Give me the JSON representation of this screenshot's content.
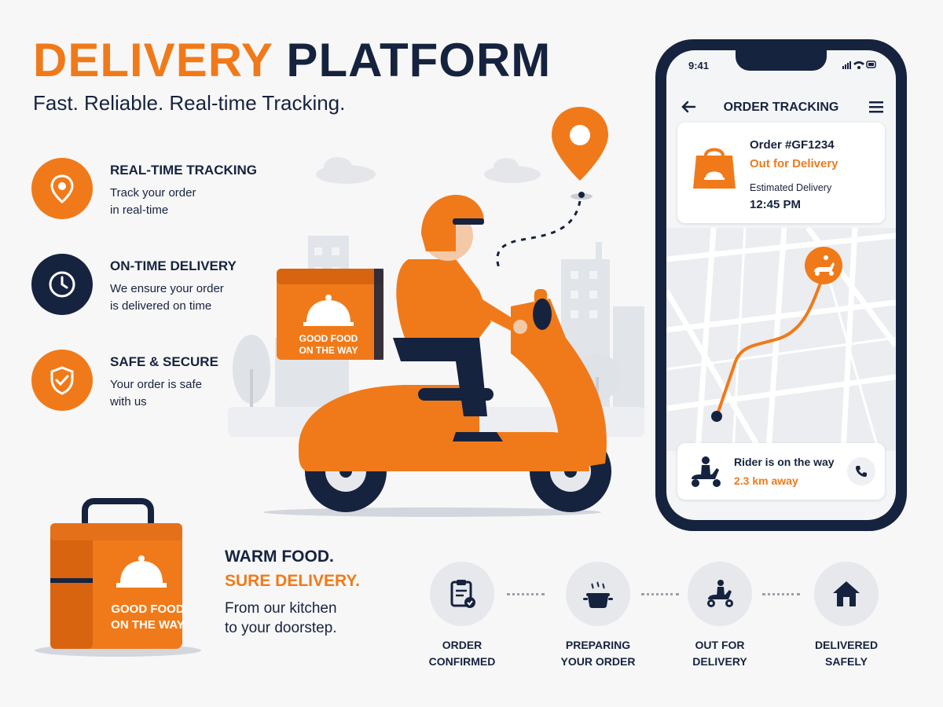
{
  "header": {
    "title_part1": "DELIVERY",
    "title_part2": "PLATFORM",
    "subtitle": "Fast. Reliable. Real-time Tracking."
  },
  "features": [
    {
      "title": "REAL-TIME TRACKING",
      "desc_line1": "Track your order",
      "desc_line2": "in real-time",
      "icon": "location-pin-icon"
    },
    {
      "title": "ON-TIME DELIVERY",
      "desc_line1": "We ensure your order",
      "desc_line2": "is delivered on time",
      "icon": "clock-icon"
    },
    {
      "title": "SAFE & SECURE",
      "desc_line1": "Your order is safe",
      "desc_line2": "with us",
      "icon": "shield-check-icon"
    }
  ],
  "delivery_box": {
    "line1": "GOOD FOOD",
    "line2": "ON THE WAY"
  },
  "tagline": {
    "line1": "WARM FOOD.",
    "line2": "SURE DELIVERY.",
    "line3a": "From our kitchen",
    "line3b": "to your doorstep."
  },
  "steps": [
    {
      "line1": "ORDER",
      "line2": "CONFIRMED",
      "icon": "clipboard-check-icon"
    },
    {
      "line1": "PREPARING",
      "line2": "YOUR ORDER",
      "icon": "cooking-pot-icon"
    },
    {
      "line1": "OUT FOR",
      "line2": "DELIVERY",
      "icon": "scooter-rider-icon"
    },
    {
      "line1": "DELIVERED",
      "line2": "SAFELY",
      "icon": "house-icon"
    }
  ],
  "phone": {
    "time": "9:41",
    "screen_title": "ORDER TRACKING",
    "order_id": "Order #GF1234",
    "order_status": "Out for Delivery",
    "estimated_label": "Estimated Delivery",
    "estimated_time": "12:45 PM",
    "rider_status": "Rider is on the way",
    "rider_distance": "2.3 km away"
  },
  "colors": {
    "accent": "#f07a1a",
    "navy": "#16233f",
    "light_gray": "#e6e8ec"
  }
}
